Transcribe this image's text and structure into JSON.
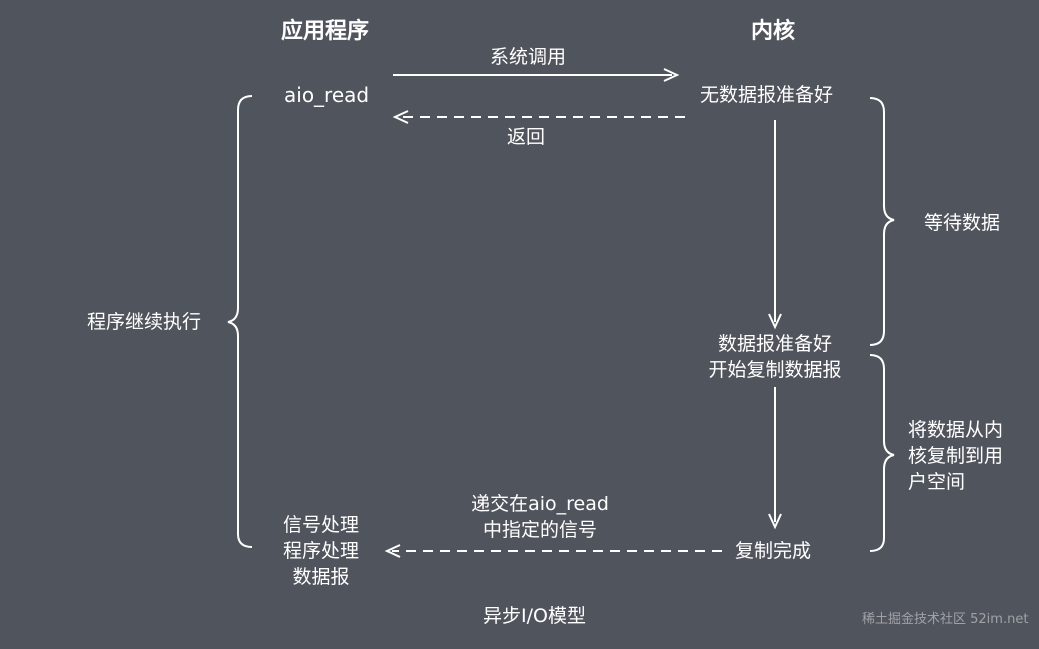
{
  "headers": {
    "app": "应用程序",
    "kernel": "内核"
  },
  "app_call": "aio_read",
  "syscall_label": "系统调用",
  "return_label": "返回",
  "kernel_no_data": "无数据报准备好",
  "wait_data": "等待数据",
  "kernel_ready_1": "数据报准备好",
  "kernel_ready_2": "开始复制数据报",
  "copy_label_1": "将数据从内",
  "copy_label_2": "核复制到用",
  "copy_label_3": "户空间",
  "program_continues": "程序继续执行",
  "deliver_1": "递交在aio_read",
  "deliver_2": "中指定的信号",
  "handler_1": "信号处理",
  "handler_2": "程序处理",
  "handler_3": "数据报",
  "copy_done": "复制完成",
  "caption": "异步I/O模型",
  "watermark": "稀土掘金技术社区 52im.net"
}
